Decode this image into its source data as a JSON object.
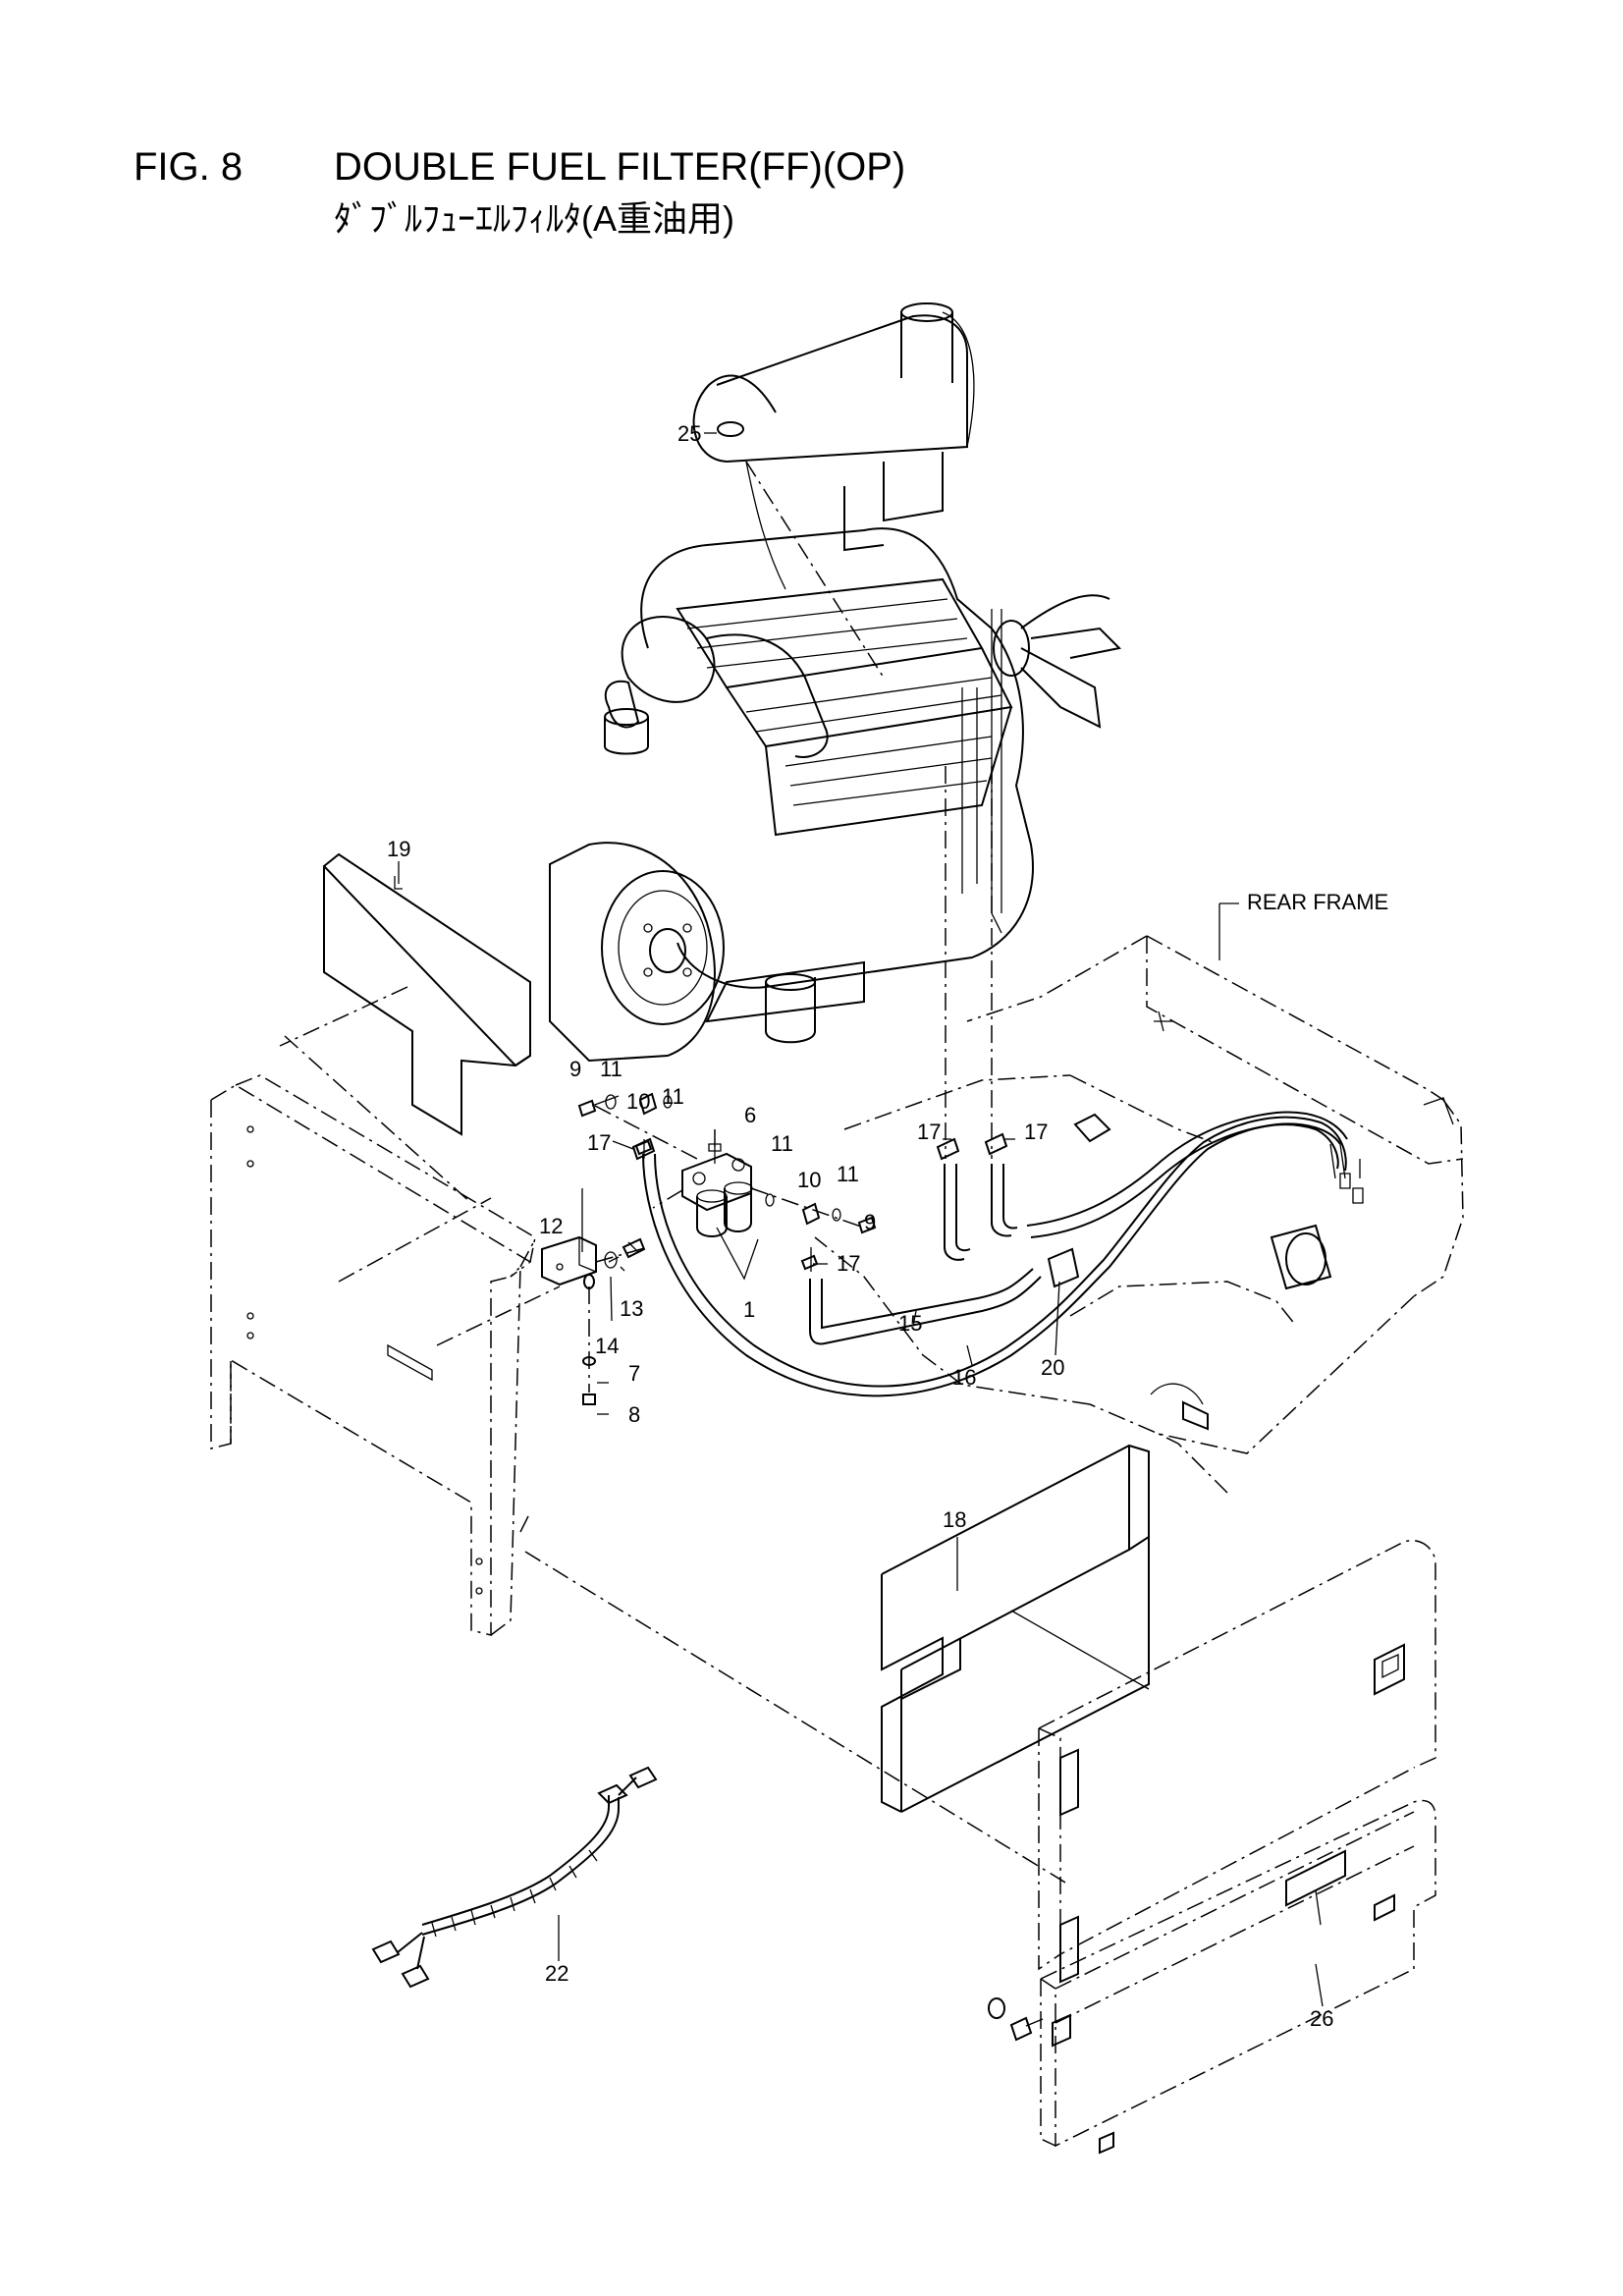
{
  "figure": {
    "number": "FIG. 8",
    "title": "DOUBLE FUEL FILTER(FF)(OP)",
    "subtitle": "ﾀﾞﾌﾞﾙﾌｭｰｴﾙﾌｨﾙﾀ(A重油用)"
  },
  "labels": {
    "rear_frame": "REAR FRAME"
  },
  "callouts": {
    "c1": "1",
    "c6": "6",
    "c7": "7",
    "c8": "8",
    "c9a": "9",
    "c9b": "9",
    "c10a": "10",
    "c10b": "10",
    "c11a": "11",
    "c11b": "11",
    "c11c": "11",
    "c11d": "11",
    "c12": "12",
    "c13": "13",
    "c14": "14",
    "c15": "15",
    "c16": "16",
    "c17a": "17",
    "c17b": "17",
    "c17c": "17",
    "c17d": "17",
    "c18": "18",
    "c19": "19",
    "c20": "20",
    "c22": "22",
    "c25": "25",
    "c26": "26"
  }
}
